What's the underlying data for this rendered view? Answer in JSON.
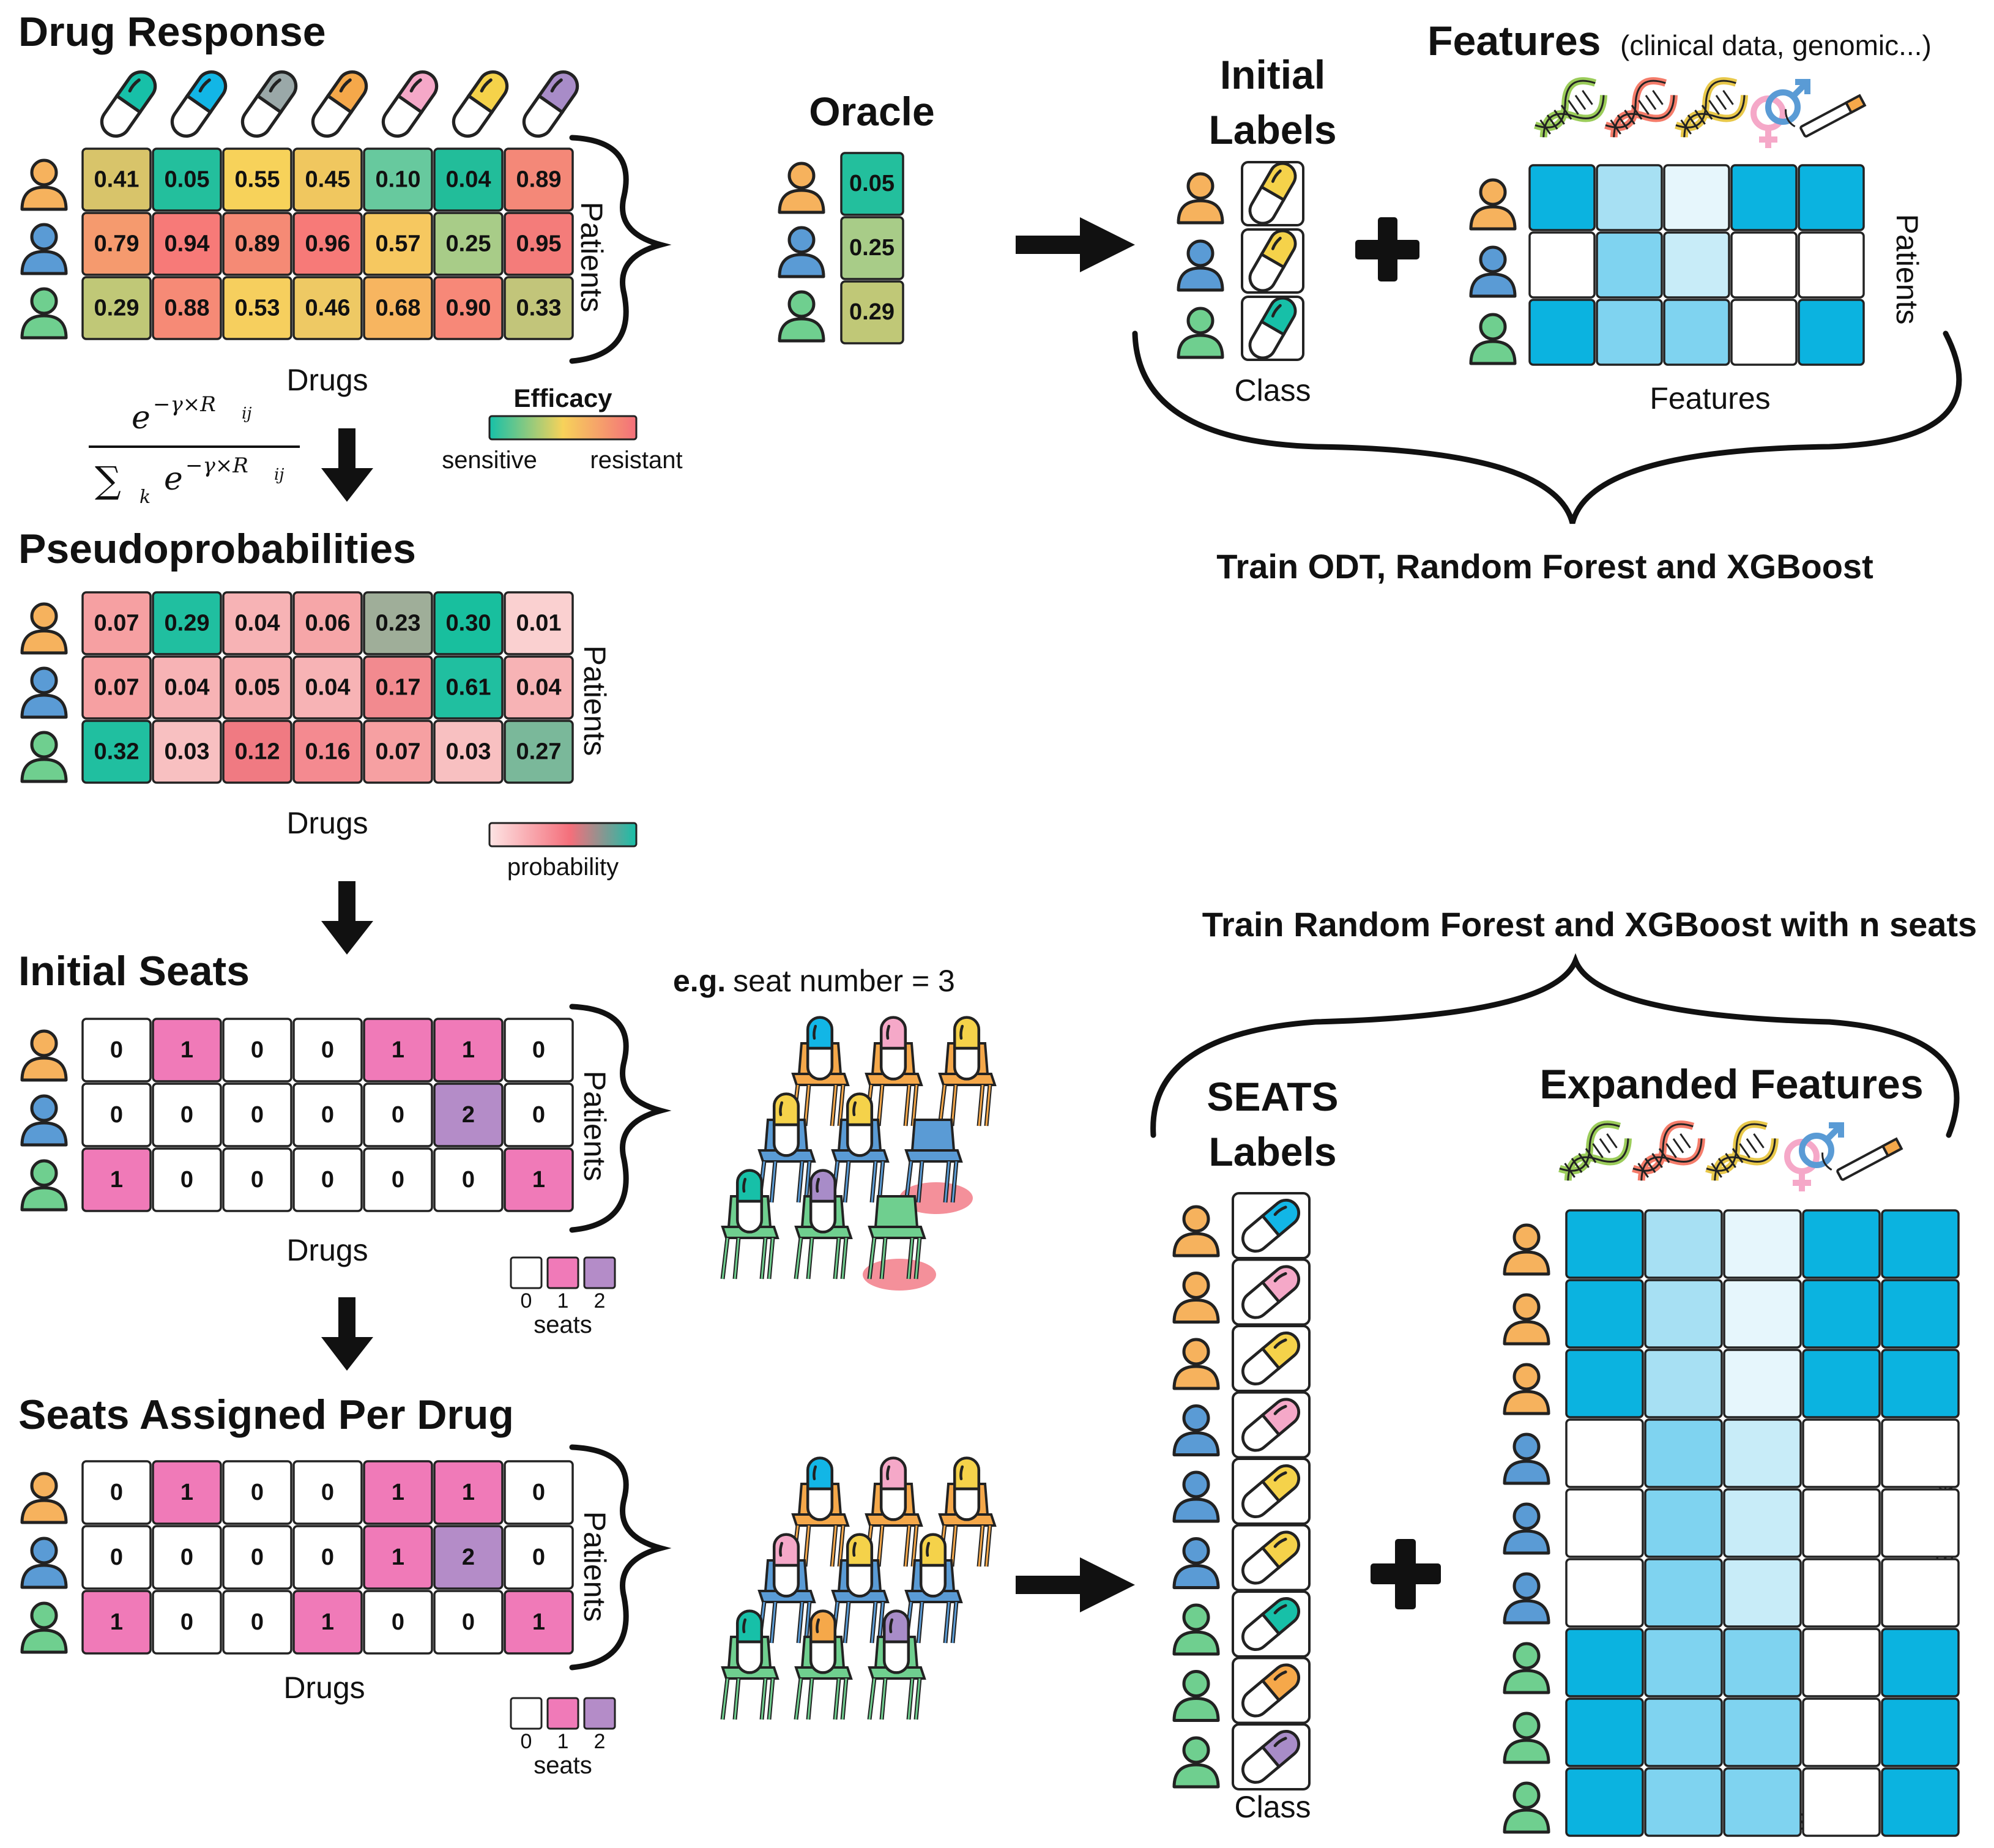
{
  "titles": {
    "drug_response": "Drug Response",
    "oracle": "Oracle",
    "initial_labels_1": "Initial",
    "initial_labels_2": "Labels",
    "features": "Features",
    "features_note": "(clinical data, genomic...)",
    "pseudoprob": "Pseudoprobabilities",
    "initial_seats": "Initial Seats",
    "seats_assigned": "Seats Assigned Per Drug",
    "seats_labels_1": "SEATS",
    "seats_labels_2": "Labels",
    "expanded_features": "Expanded Features",
    "train_top": "Train ODT, Random Forest and XGBoost",
    "train_bottom": "Train Random Forest and XGBoost with n seats",
    "eg_bold": "e.g.",
    "eg_rest": "seat number = 3"
  },
  "axis": {
    "drugs": "Drugs",
    "patients": "Patients",
    "class": "Class",
    "features": "Features"
  },
  "legends": {
    "efficacy": "Efficacy",
    "sensitive": "sensitive",
    "resistant": "resistant",
    "probability": "probability",
    "seats": "seats",
    "seat_ticks": [
      "0",
      "1",
      "2"
    ]
  },
  "formula": {
    "numerator": "e",
    "numerator_exp": "−γ×R",
    "numerator_sub": "ij",
    "denominator_sum": "∑",
    "denominator_sub_k": "k",
    "denominator_e": "e",
    "denominator_exp": "−γ×R",
    "denominator_sub": "ij"
  },
  "colors": {
    "patient_orange": "#f6b25d",
    "patient_blue": "#5a9bd5",
    "patient_green": "#6fcf8f",
    "seat_1": "#f07ab8",
    "seat_2": "#b48cc8",
    "feature_dark": "#0bb3e0",
    "feature_mid": "#7fd3f0",
    "feature_light": "#c8ecf8",
    "feature_pale": "#e6f6fc",
    "efficacy_sensitive": "#17c0a8",
    "efficacy_resistant": "#f46f7b"
  },
  "pill_colors": [
    "#17c0a8",
    "#12b6e6",
    "#9aa8a8",
    "#f5a84a",
    "#f5a8c8",
    "#f5d24a",
    "#a88cc8"
  ],
  "patients": [
    "orange",
    "blue",
    "green"
  ],
  "drug_response": [
    [
      "0.41",
      "0.05",
      "0.55",
      "0.45",
      "0.10",
      "0.04",
      "0.89"
    ],
    [
      "0.79",
      "0.94",
      "0.89",
      "0.96",
      "0.57",
      "0.25",
      "0.95"
    ],
    [
      "0.29",
      "0.88",
      "0.53",
      "0.46",
      "0.68",
      "0.90",
      "0.33"
    ]
  ],
  "drug_response_colors": [
    [
      "#d8c46a",
      "#23bf9d",
      "#f7d25a",
      "#f0c75f",
      "#67c99e",
      "#22bd9a",
      "#f48878"
    ],
    [
      "#f59a6e",
      "#f77a78",
      "#f58a75",
      "#f77a78",
      "#f6c860",
      "#a8cc88",
      "#f47c7a"
    ],
    [
      "#c0c877",
      "#f68a76",
      "#f6cf5e",
      "#eec964",
      "#f7b560",
      "#f78878",
      "#c2c57a"
    ]
  ],
  "oracle": {
    "values": [
      "0.05",
      "0.25",
      "0.29"
    ],
    "colors": [
      "#23bf9d",
      "#a8cc88",
      "#c0c877"
    ]
  },
  "initial_labels_pills": [
    "#f5d24a",
    "#f5d24a",
    "#17c0a8"
  ],
  "features_matrix": [
    [
      "#0bb3e0",
      "#a7e0f3",
      "#e6f6fc",
      "#0bb3e0",
      "#0bb3e0"
    ],
    [
      "#ffffff",
      "#7fd3f0",
      "#c8ecf8",
      "#ffffff",
      "#ffffff"
    ],
    [
      "#0bb3e0",
      "#7fd3f0",
      "#7fd3f0",
      "#ffffff",
      "#0bb3e0"
    ]
  ],
  "pseudoprob": [
    [
      "0.07",
      "0.29",
      "0.04",
      "0.06",
      "0.23",
      "0.30",
      "0.01"
    ],
    [
      "0.07",
      "0.04",
      "0.05",
      "0.04",
      "0.17",
      "0.61",
      "0.04"
    ],
    [
      "0.32",
      "0.03",
      "0.12",
      "0.16",
      "0.07",
      "0.03",
      "0.27"
    ]
  ],
  "pseudoprob_colors": [
    [
      "#f6a0a2",
      "#20bfa0",
      "#f7b3b5",
      "#f6a6a8",
      "#9fae99",
      "#18bf9e",
      "#fad0d0"
    ],
    [
      "#f6a0a2",
      "#f7b3b5",
      "#f7aeb0",
      "#f7b3b5",
      "#f28a8f",
      "#20bfa0",
      "#f7b3b5"
    ],
    [
      "#20bfa0",
      "#f8c0c1",
      "#f07a82",
      "#f48a90",
      "#f6a0a2",
      "#f8c0c1",
      "#7ab89a"
    ]
  ],
  "initial_seats": [
    [
      "0",
      "1",
      "0",
      "0",
      "1",
      "1",
      "0"
    ],
    [
      "0",
      "0",
      "0",
      "0",
      "0",
      "2",
      "0"
    ],
    [
      "1",
      "0",
      "0",
      "0",
      "0",
      "0",
      "1"
    ]
  ],
  "seats_assigned": [
    [
      "0",
      "1",
      "0",
      "0",
      "1",
      "1",
      "0"
    ],
    [
      "0",
      "0",
      "0",
      "0",
      "1",
      "2",
      "0"
    ],
    [
      "1",
      "0",
      "0",
      "1",
      "0",
      "0",
      "1"
    ]
  ],
  "seats_labels": {
    "patients": [
      "orange",
      "orange",
      "orange",
      "blue",
      "blue",
      "blue",
      "green",
      "green",
      "green"
    ],
    "pills": [
      "#12b6e6",
      "#f5a8c8",
      "#f5d24a",
      "#f5a8c8",
      "#f5d24a",
      "#f5d24a",
      "#17c0a8",
      "#f5a84a",
      "#a88cc8"
    ]
  },
  "expanded_matrix": [
    [
      "#0bb3e0",
      "#a7e0f3",
      "#e6f6fc",
      "#0bb3e0",
      "#0bb3e0"
    ],
    [
      "#0bb3e0",
      "#a7e0f3",
      "#e6f6fc",
      "#0bb3e0",
      "#0bb3e0"
    ],
    [
      "#0bb3e0",
      "#a7e0f3",
      "#e6f6fc",
      "#0bb3e0",
      "#0bb3e0"
    ],
    [
      "#ffffff",
      "#7fd3f0",
      "#c8ecf8",
      "#ffffff",
      "#ffffff"
    ],
    [
      "#ffffff",
      "#7fd3f0",
      "#c8ecf8",
      "#ffffff",
      "#ffffff"
    ],
    [
      "#ffffff",
      "#7fd3f0",
      "#c8ecf8",
      "#ffffff",
      "#ffffff"
    ],
    [
      "#0bb3e0",
      "#7fd3f0",
      "#7fd3f0",
      "#ffffff",
      "#0bb3e0"
    ],
    [
      "#0bb3e0",
      "#7fd3f0",
      "#7fd3f0",
      "#ffffff",
      "#0bb3e0"
    ],
    [
      "#0bb3e0",
      "#7fd3f0",
      "#7fd3f0",
      "#ffffff",
      "#0bb3e0"
    ]
  ],
  "feature_icons": [
    "dna-green-icon",
    "dna-red-icon",
    "dna-yellow-icon",
    "gender-icon",
    "cigarette-icon"
  ],
  "chairs_initial": {
    "chair_colors": [
      "#f5a84a",
      "#f5a84a",
      "#f5a84a",
      "#5a9bd5",
      "#5a9bd5",
      "#5a9bd5",
      "#6fcf8f",
      "#6fcf8f",
      "#6fcf8f"
    ],
    "pill_colors": [
      "#12b6e6",
      "#f5a8c8",
      "#f5d24a",
      "#f5d24a",
      "#f5d24a",
      null,
      "#17c0a8",
      "#a88cc8",
      null
    ]
  },
  "chairs_assigned": {
    "chair_colors": [
      "#f5a84a",
      "#f5a84a",
      "#f5a84a",
      "#5a9bd5",
      "#5a9bd5",
      "#5a9bd5",
      "#6fcf8f",
      "#6fcf8f",
      "#6fcf8f"
    ],
    "pill_colors": [
      "#12b6e6",
      "#f5a8c8",
      "#f5d24a",
      "#f5a8c8",
      "#f5d24a",
      "#f5d24a",
      "#17c0a8",
      "#f5a84a",
      "#a88cc8"
    ]
  }
}
